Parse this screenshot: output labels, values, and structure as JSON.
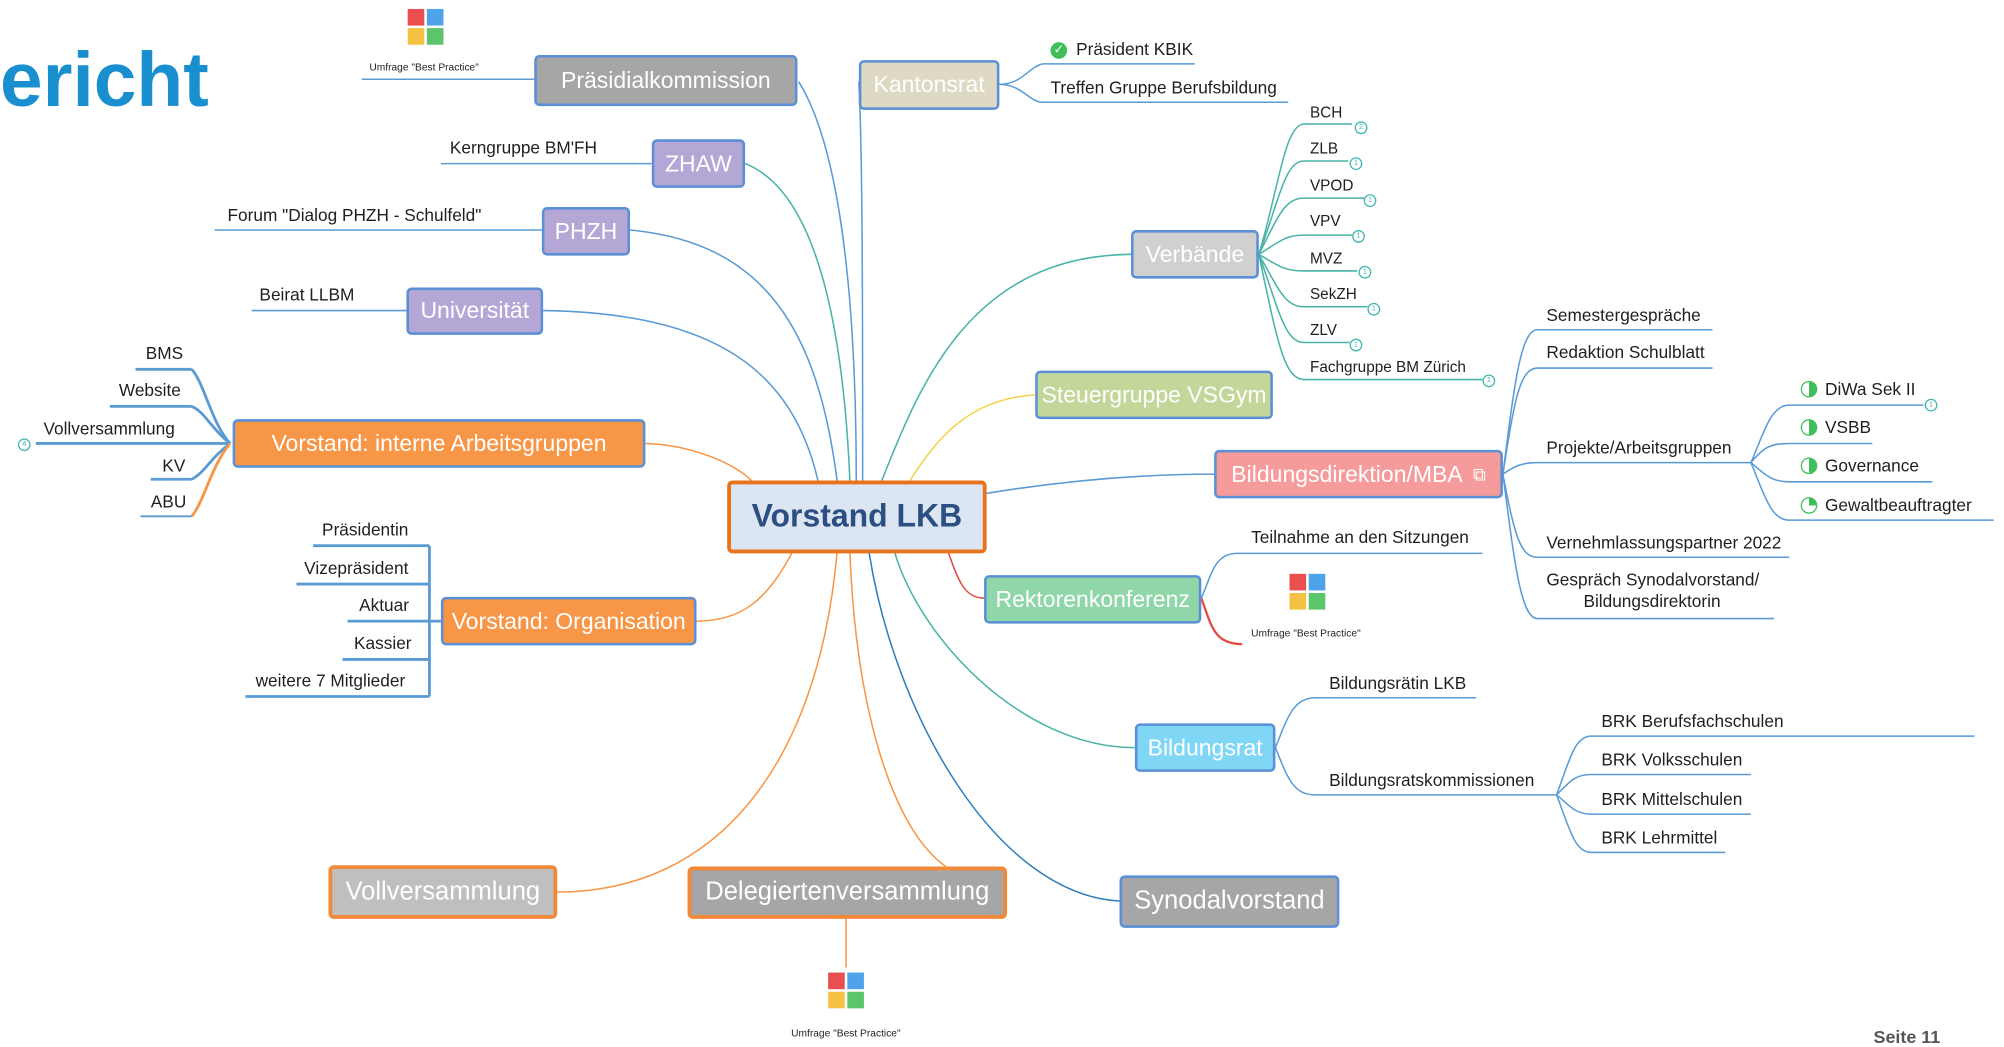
{
  "title": "ericht",
  "page_number": "Seite 11",
  "center": "Vorstand LKB",
  "survey_label": "Umfrage \"Best Practice\"",
  "left": {
    "praesidialkommission": "Präsidialkommission",
    "zhaw": "ZHAW",
    "zhaw_child": "Kerngruppe BM'FH",
    "phzh": "PHZH",
    "phzh_child": "Forum \"Dialog PHZH - Schulfeld\"",
    "universitaet": "Universität",
    "universitaet_child": "Beirat LLBM",
    "interne": "Vorstand: interne Arbeitsgruppen",
    "interne_children": [
      "BMS",
      "Website",
      "Vollversammlung",
      "KV",
      "ABU"
    ],
    "interne_badge": "4",
    "organisation": "Vorstand: Organisation",
    "organisation_children": [
      "Präsidentin",
      "Vizepräsident",
      "Aktuar",
      "Kassier",
      "weitere 7 Mitglieder"
    ],
    "vollversammlung": "Vollversammlung",
    "delegierten": "Delegiertenversammlung"
  },
  "right": {
    "kantonsrat": "Kantonsrat",
    "kantonsrat_children": [
      "Präsident KBIK",
      "Treffen Gruppe Berufsbildung"
    ],
    "verbaende": "Verbände",
    "verbaende_children": [
      "BCH",
      "ZLB",
      "VPOD",
      "VPV",
      "MVZ",
      "SekZH",
      "ZLV",
      "Fachgruppe BM Zürich"
    ],
    "verbaende_badges": [
      "2",
      "1",
      "1",
      "1",
      "1",
      "1",
      "1",
      "1"
    ],
    "steuergruppe": "Steuergruppe VSGym",
    "bildungsdirektion": "Bildungsdirektion/MBA",
    "bd_children": [
      "Semestergespräche",
      "Redaktion Schulblatt",
      "Projekte/Arbeitsgruppen",
      "Vernehmlassungspartner 2022",
      "Gespräch Synodalvorstand/",
      "Bildungsdirektorin"
    ],
    "projekte_children": [
      "DiWa Sek II",
      "VSBB",
      "Governance",
      "Gewaltbeauftragter"
    ],
    "diwa_badge": "1",
    "rektorenkonferenz": "Rektorenkonferenz",
    "rk_child": "Teilnahme an den Sitzungen",
    "bildungsrat": "Bildungsrat",
    "br_children": [
      "Bildungsrätin LKB",
      "Bildungsratskommissionen"
    ],
    "brk_children": [
      "BRK Berufsfachschulen",
      "BRK Volksschulen",
      "BRK Mittelschulen",
      "BRK Lehrmittel"
    ],
    "synodalvorstand": "Synodalvorstand"
  },
  "colors": {
    "accent_title": "#1a8fcf",
    "center_fill": "#dce6f2",
    "center_border": "#e8731a",
    "orange": "#f79646",
    "gray": "#a6a6a6",
    "purple": "#b4a7d6",
    "kantonsrat": "#ddd9c3",
    "steuergruppe": "#c4d79b",
    "bildungsdirektion": "#f59b9b",
    "rektorenkonferenz": "#8fd6a8",
    "bildungsrat": "#7fd6f5",
    "check_green": "#3fbf5a"
  }
}
